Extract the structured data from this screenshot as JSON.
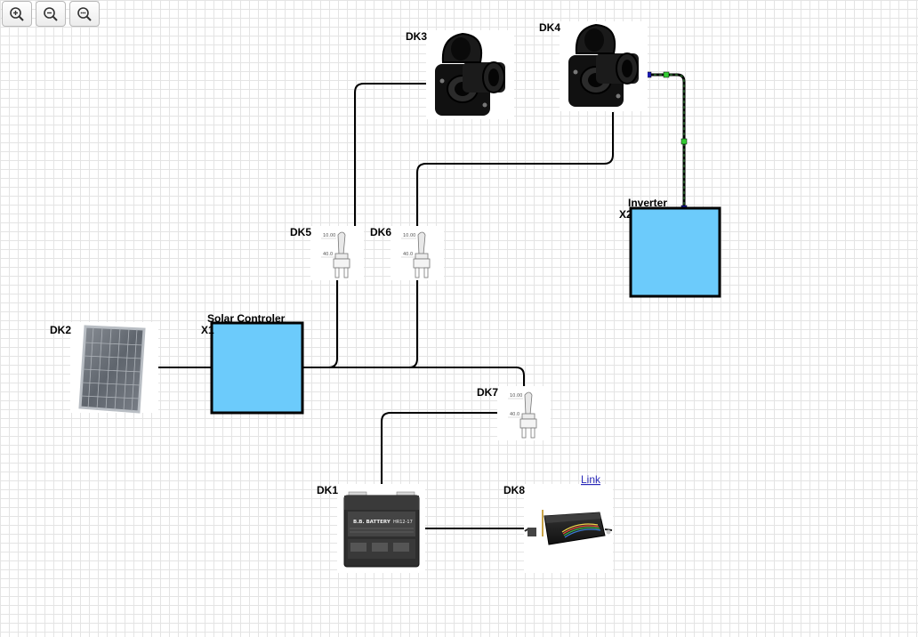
{
  "toolbar": {
    "buttons": [
      {
        "icon": "zoom-in-icon"
      },
      {
        "icon": "zoom-out-icon"
      },
      {
        "icon": "zoom-fit-icon"
      }
    ]
  },
  "components": {
    "dk1": {
      "label": "DK1",
      "brand": "B.B. BATTERY",
      "model": "HR12-17"
    },
    "dk2": {
      "label": "DK2"
    },
    "dk3": {
      "label": "DK3"
    },
    "dk4": {
      "label": "DK4"
    },
    "dk5": {
      "label": "DK5",
      "scale_top": "10.00",
      "scale_bottom": "40.0"
    },
    "dk6": {
      "label": "DK6",
      "scale_top": "10.00",
      "scale_bottom": "40.0"
    },
    "dk7": {
      "label": "DK7",
      "scale_top": "10.00",
      "scale_bottom": "40.0"
    },
    "dk8": {
      "label": "DK8",
      "link": "Link"
    }
  },
  "blocks": {
    "x1": {
      "ref": "X1",
      "name": "Solar Controler"
    },
    "x2": {
      "ref": "X2",
      "name": "Inverter"
    }
  },
  "colors": {
    "block_fill": "#6ccbfb",
    "wire": "#000000",
    "selected_wire": "#2e7d32",
    "handle_end": "#1a1ab0",
    "handle_mid": "#33cc33"
  }
}
